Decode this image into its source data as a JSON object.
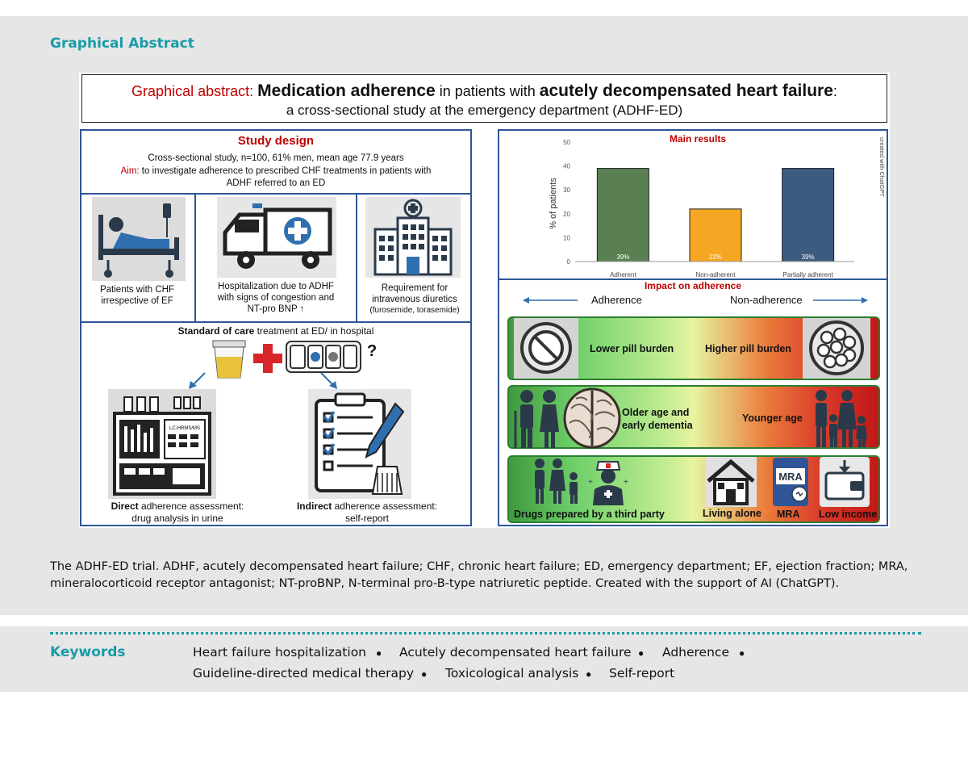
{
  "heading": "Graphical Abstract",
  "title": {
    "prefix": "Graphical abstract:",
    "bold1": "Medication adherence",
    "mid": " in patients with ",
    "bold2": "acutely decompensated heart failure",
    "suffix": ":",
    "line2": "a cross-sectional study at the emergency department (ADHF-ED)"
  },
  "study_design": {
    "title": "Study design",
    "line1": "Cross-sectional study, n=100, 61% men, mean age 77.9 years",
    "aim_label": "Aim:",
    "aim_text": " to investigate adherence to prescribed CHF treatments in patients with",
    "aim_text2": "ADHF referred to an ED",
    "criteria": [
      {
        "line1": "Patients with CHF",
        "line2": "irrespective of EF",
        "line3": ""
      },
      {
        "line1": "Hospitalization due to ADHF",
        "line2": "with signs of congestion and",
        "line3": "NT-pro BNP ↑"
      },
      {
        "line1": "Requirement for",
        "line2": "intravenous diuretics",
        "line3": "(furosemide, torasemide)"
      }
    ],
    "standard_bold": "Standard of care",
    "standard_rest": " treatment at ED/ in hospital",
    "question_mark": "?",
    "machine_label": "LC-HRMS/MS",
    "direct_bold": "Direct",
    "direct_rest": " adherence assessment:",
    "direct_line2": "drug analysis in urine",
    "indirect_bold": "Indirect",
    "indirect_rest": " adherence assessment:",
    "indirect_line2": "self-report"
  },
  "chart_data": {
    "type": "bar",
    "title": "Main results",
    "ylabel": "% of patients",
    "ylim": [
      0,
      50
    ],
    "yticks": [
      "0",
      "10",
      "20",
      "30",
      "40",
      "50"
    ],
    "categories": [
      "Adherent",
      "Non-adherent",
      "Partially adherent"
    ],
    "values": [
      39,
      22,
      39
    ],
    "value_labels": [
      "39%",
      "22%",
      "39%"
    ],
    "colors": [
      "#5a7f52",
      "#f5a623",
      "#3d5a80"
    ],
    "side_note": "created with ChatGPT"
  },
  "impact": {
    "title": "Impact on adherence",
    "left_label": "Adherence",
    "right_label": "Non-adherence",
    "row1": {
      "left": "Lower pill burden",
      "right": "Higher pill burden"
    },
    "row2": {
      "left1": "Older age and",
      "left2": "early dementia",
      "right": "Younger age"
    },
    "row3": {
      "a": "Drugs prepared by a third party",
      "b": "Living alone",
      "c": "MRA",
      "d": "Low income",
      "mra_icon": "MRA"
    }
  },
  "caption": "The ADHF-ED trial. ADHF, acutely decompensated heart failure; CHF, chronic heart failure; ED, emergency department; EF, ejection fraction; MRA, mineralocorticoid receptor antagonist; NT-proBNP, N-terminal pro-B-type natriuretic peptide. Created with the support of AI (ChatGPT).",
  "keywords": {
    "label": "Keywords",
    "items": [
      "Heart failure hospitalization",
      "Acutely decompensated heart failure",
      "Adherence",
      "Guideline-directed medical therapy",
      "Toxicological analysis",
      "Self-report"
    ]
  }
}
